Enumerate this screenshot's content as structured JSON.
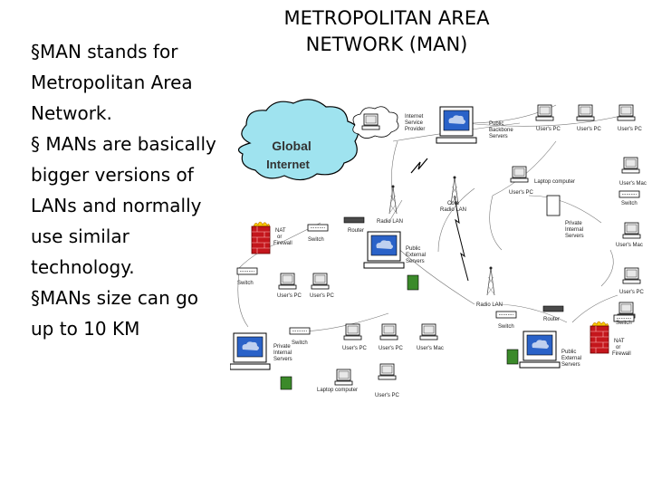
{
  "title": "METROPOLITAN AREA NETWORK (MAN)",
  "bullets": [
    "§MAN stands for Metropolitan Area Network.",
    "§ MANs are basically bigger versions of LANs and normally use similar technology.",
    "§MANs size can go up to 10 KM"
  ],
  "diagram": {
    "cloud_label": "Global Internet",
    "labels": {
      "isp": "Internet Service Provider",
      "public_backbone": "Public Backbone Servers",
      "users_pc": "User's PC",
      "users_mac": "User's Mac",
      "laptop": "Laptop computer",
      "switch": "Switch",
      "router": "Router",
      "radio_lan": "Radio LAN",
      "core_radio_lan": "Core Radio LAN",
      "nat_firewall": "NAT or Firewall",
      "public_external": "Public External Servers",
      "private_internal": "Private Internal Servers"
    },
    "colors": {
      "cloud": "#9fe3ef",
      "screen": "#2a62c8",
      "firewall": "#c4161c",
      "flame": "#f6c900"
    }
  }
}
